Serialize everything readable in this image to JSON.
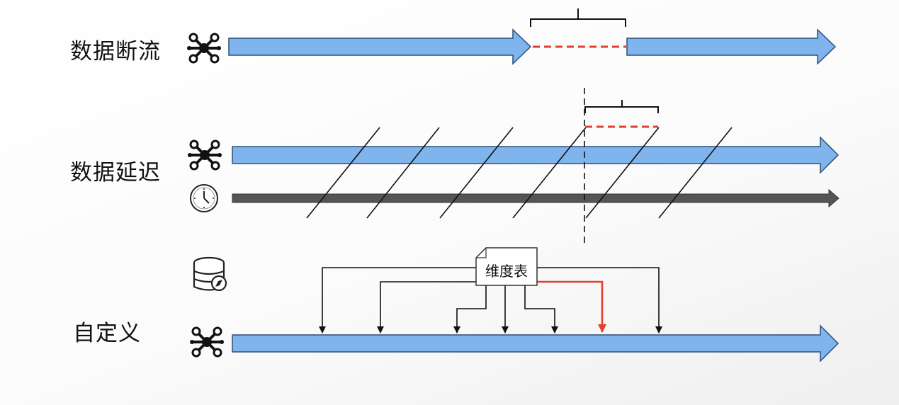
{
  "rows": {
    "data_break": {
      "label": "数据断流"
    },
    "data_delay": {
      "label": "数据延迟"
    },
    "custom": {
      "label": "自定义"
    }
  },
  "dimension_table": {
    "label": "维度表"
  },
  "colors": {
    "stream_blue": "#7fb4ec",
    "stream_stroke": "#2c4f7a",
    "clock_stream": "#555555",
    "highlight_red": "#e0402c"
  },
  "icons": {
    "stream": "network-hub-icon",
    "clock": "clock-icon",
    "database": "database-icon"
  }
}
